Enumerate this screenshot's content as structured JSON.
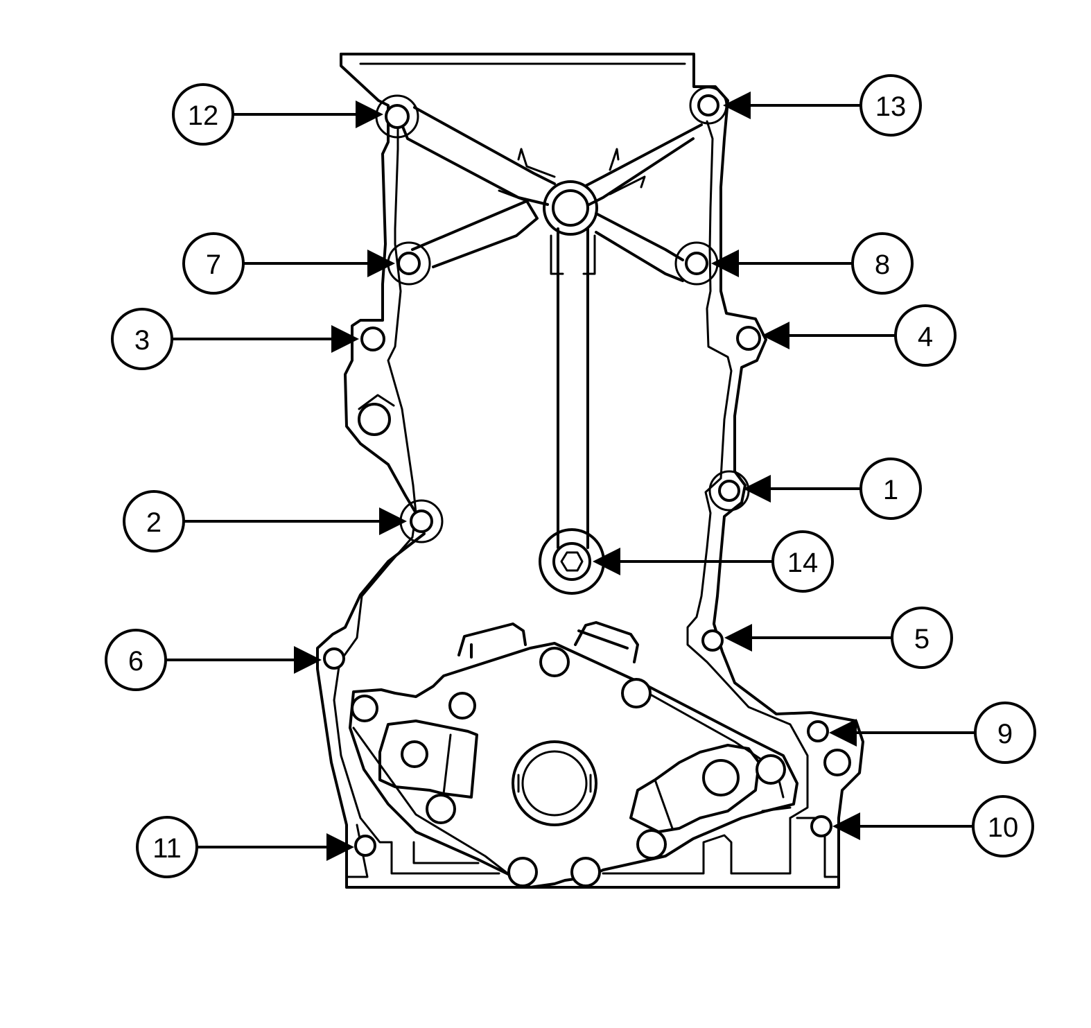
{
  "callouts": [
    {
      "label": "12",
      "side": "left"
    },
    {
      "label": "13",
      "side": "right"
    },
    {
      "label": "7",
      "side": "left"
    },
    {
      "label": "8",
      "side": "right"
    },
    {
      "label": "3",
      "side": "left"
    },
    {
      "label": "4",
      "side": "right"
    },
    {
      "label": "1",
      "side": "right"
    },
    {
      "label": "2",
      "side": "left"
    },
    {
      "label": "14",
      "side": "right"
    },
    {
      "label": "5",
      "side": "right"
    },
    {
      "label": "6",
      "side": "left"
    },
    {
      "label": "9",
      "side": "right"
    },
    {
      "label": "10",
      "side": "right"
    },
    {
      "label": "11",
      "side": "left"
    }
  ]
}
